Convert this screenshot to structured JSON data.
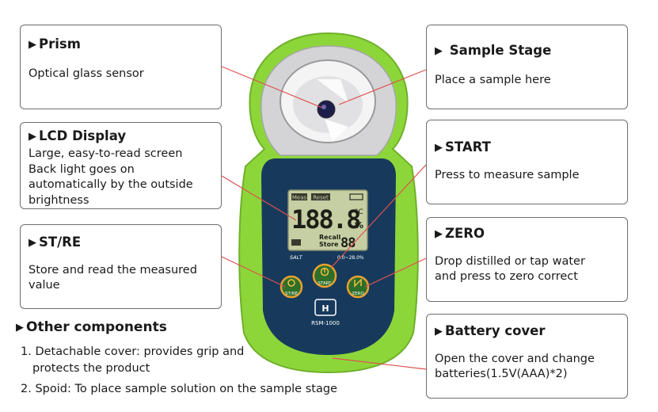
{
  "callouts": {
    "prism": {
      "title": "Prism",
      "desc": "Optical glass sensor"
    },
    "sample_stage": {
      "title": "Sample Stage",
      "desc": "Place a sample here"
    },
    "lcd": {
      "title": "LCD Display",
      "desc_lines": [
        "Large, easy-to-read screen",
        "Back light goes on",
        "automatically by the outside",
        "brightness"
      ]
    },
    "start": {
      "title": "START",
      "desc": "Press to measure sample"
    },
    "st_re": {
      "title": "ST/RE",
      "desc_lines": [
        "Store and read the measured",
        "value"
      ]
    },
    "zero": {
      "title": "ZERO",
      "desc_lines": [
        "Drop distilled or tap water",
        "and press to zero correct"
      ]
    },
    "battery": {
      "title": "Battery cover",
      "desc_lines": [
        "Open the cover and change",
        "batteries(1.5V(AAA)*2)"
      ]
    }
  },
  "other_components": {
    "title": "Other components",
    "items": [
      {
        "line1": "1. Detachable cover: provides grip and",
        "line2": "protects the product"
      },
      {
        "line1": "2. Spoid: To place sample solution on the sample stage"
      }
    ]
  },
  "device": {
    "lcd_reading": "188.8",
    "lcd_unit_c": "°C",
    "lcd_unit_pct": "%",
    "lcd_recall": "Recall",
    "lcd_store": "Store",
    "lcd_memory": "88",
    "lcd_top_left": "Meas",
    "lcd_top_mid": "Reset",
    "salt_label": "SALT",
    "range_label": "0.0~28.0%",
    "btn_stre": "ST/RE",
    "btn_start": "START",
    "btn_zero": "ZERO",
    "model": "RSM-1000",
    "colors": {
      "green": "#8dd63a",
      "navy": "#173a5c",
      "lcd": "#c6cfa3",
      "accent_line": "#e05050",
      "button_ring": "#e8a030"
    }
  }
}
